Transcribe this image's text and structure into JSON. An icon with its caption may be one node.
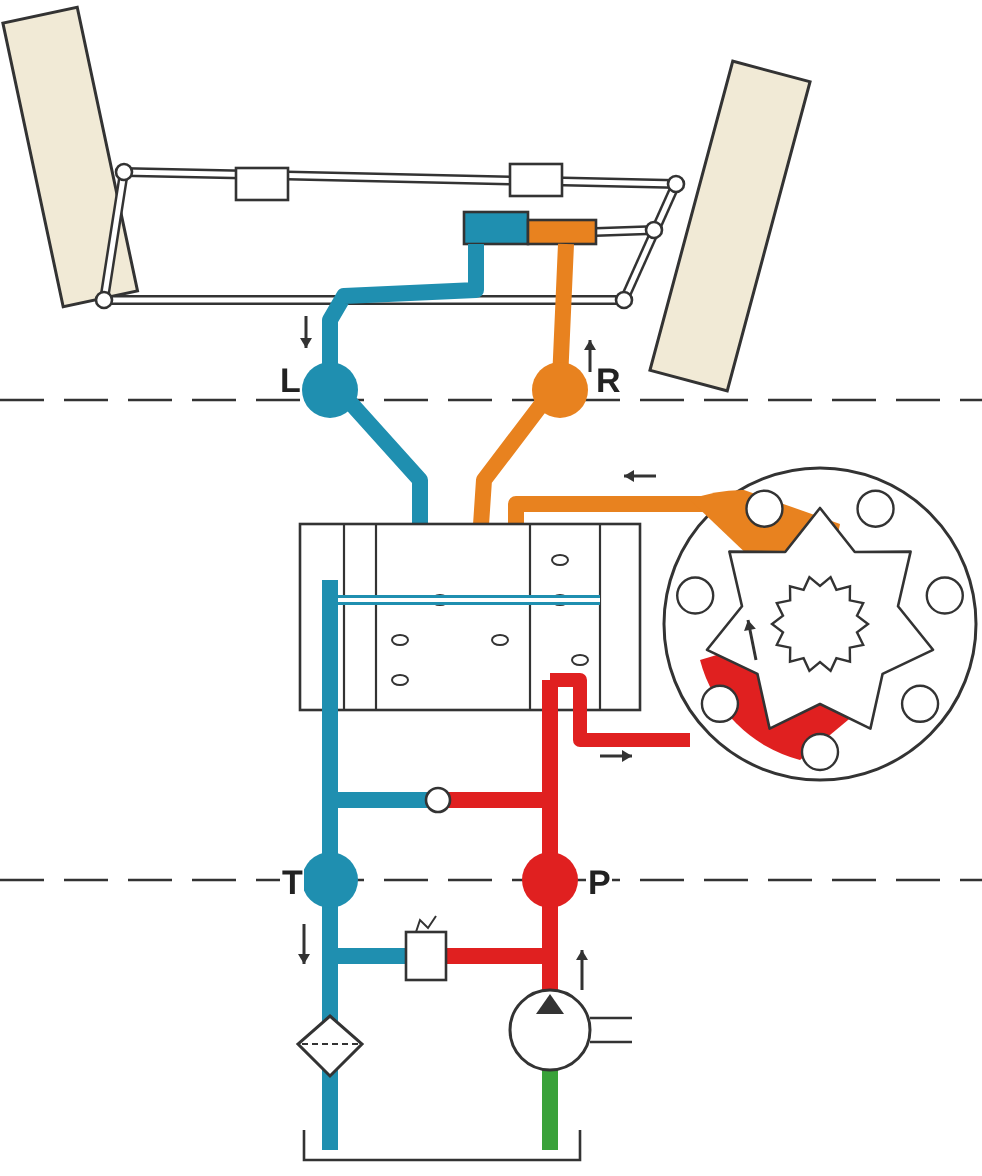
{
  "diagram": {
    "labels": [
      "L",
      "R",
      "T",
      "P"
    ]
  }
}
